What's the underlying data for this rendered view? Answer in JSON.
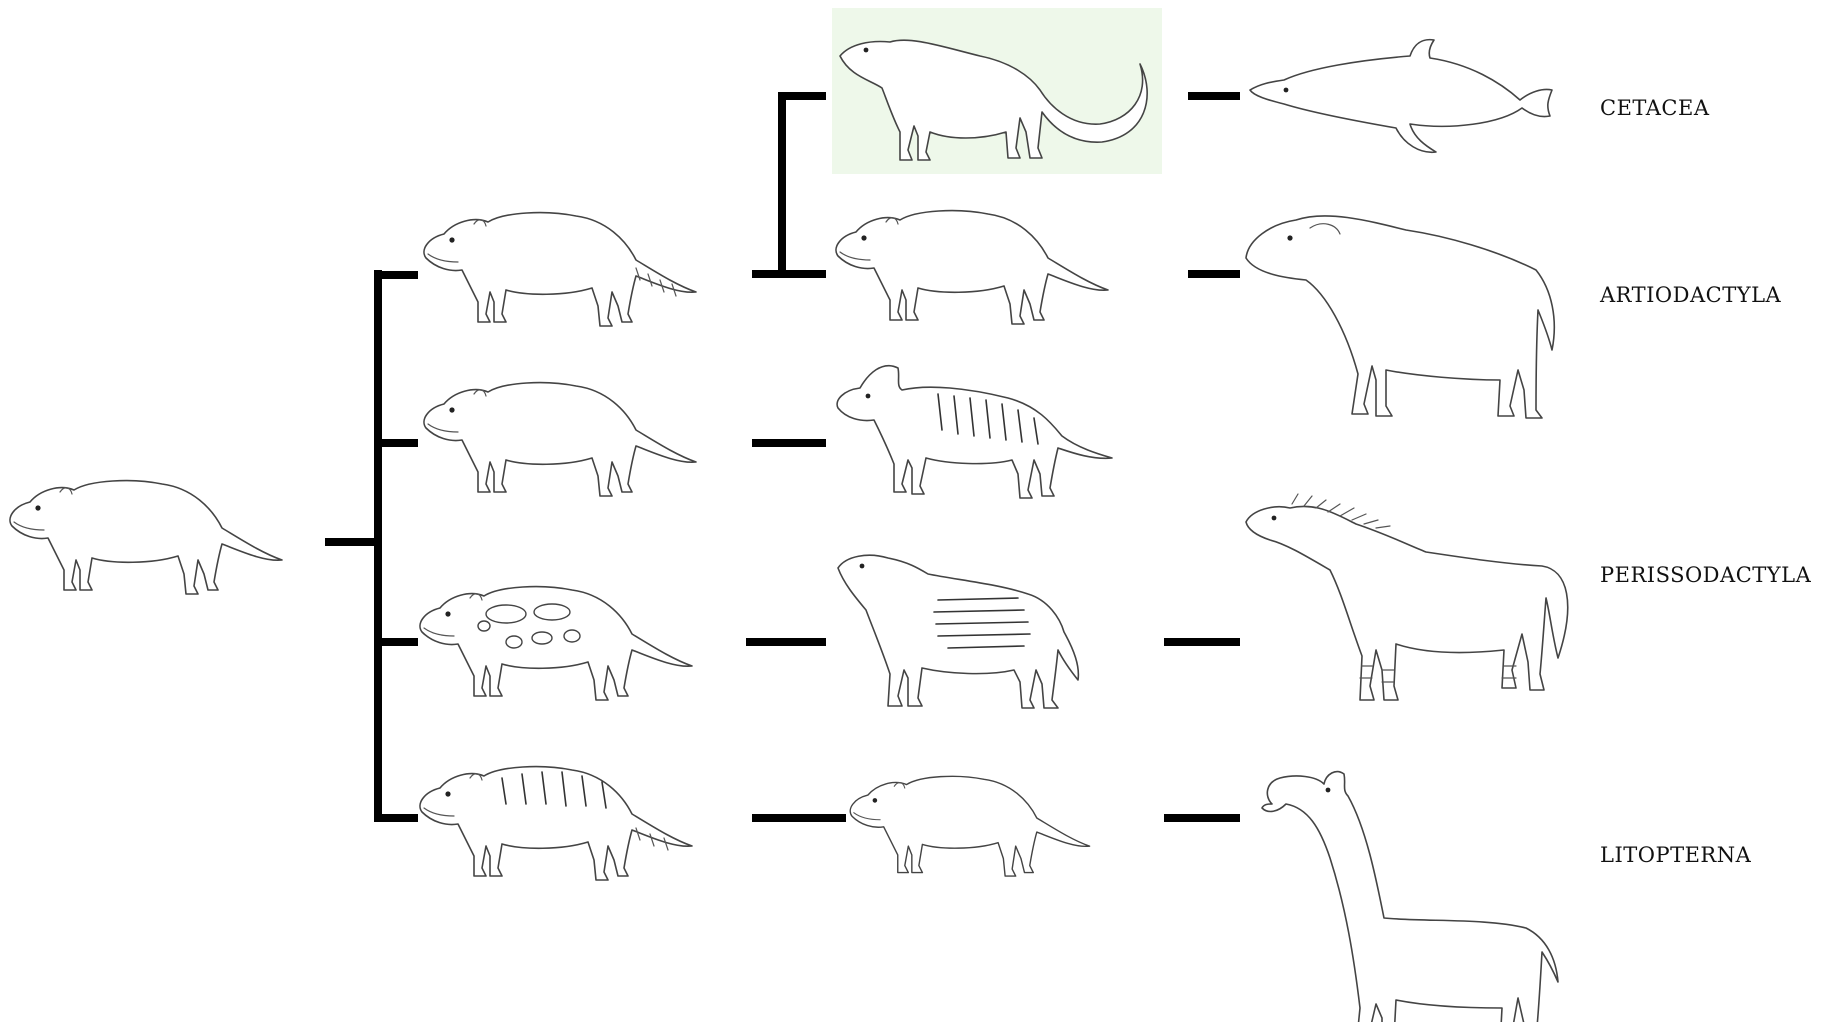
{
  "clades": {
    "cetacea": "CETACEA",
    "artiodactyla": "ARTIODACTYLA",
    "perissodactyla": "PERISSODACTYLA",
    "litopterna": "LITOPTERNA"
  },
  "colors": {
    "branch": "#000000",
    "drawing_line": "#444444",
    "highlight_background": "#eef8ea"
  },
  "icons": {
    "ancestor": "primitive-mammal-icon",
    "cetacea_modern": "dolphin-icon",
    "artiodactyla_modern": "boar-icon",
    "perissodactyla_modern": "zebra-horse-icon",
    "litopterna_modern": "macrauchenia-icon"
  }
}
